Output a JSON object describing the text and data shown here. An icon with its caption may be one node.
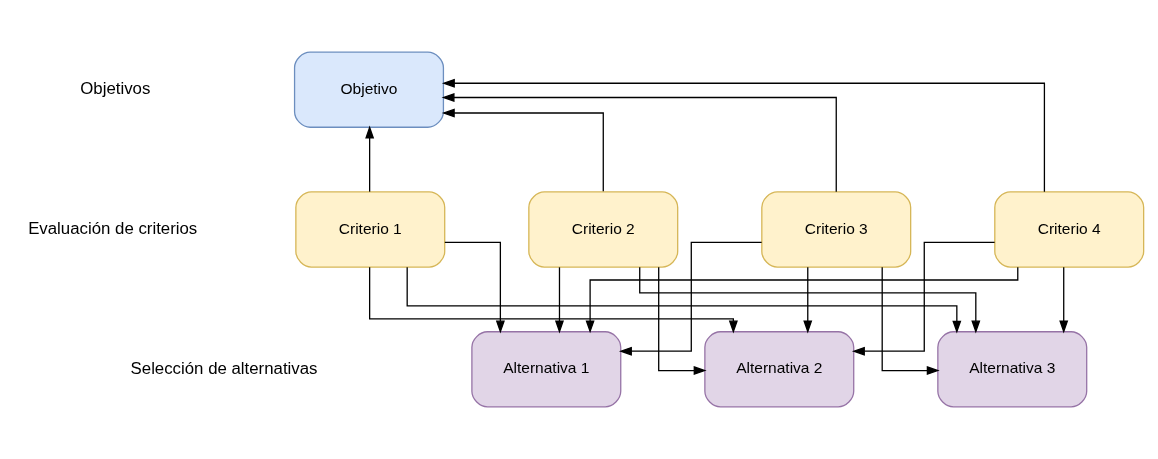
{
  "diagram": {
    "nodes": [
      {
        "text": [
          "Objetivo"
        ]
      },
      {
        "text": [
          "Criterio 1"
        ]
      },
      {
        "text": [
          "Criterio 2"
        ]
      },
      {
        "text": [
          "Criterio 3"
        ]
      },
      {
        "text": [
          "Criterio 4"
        ]
      },
      {
        "text": [
          "Alternativa 1"
        ]
      },
      {
        "text": [
          "Alternativa 2"
        ]
      },
      {
        "text": [
          "Alternativa 3"
        ]
      }
    ],
    "edges": [
      {
        "from": 1,
        "to": 0,
        "arrow": "to"
      },
      {
        "from": 2,
        "to": 0,
        "arrow": "to"
      },
      {
        "from": 3,
        "to": 0,
        "arrow": "to"
      },
      {
        "from": 4,
        "to": 0,
        "arrow": "to"
      },
      {
        "from": 1,
        "to": 5,
        "arrow": "to"
      },
      {
        "from": 1,
        "to": 6,
        "arrow": "to"
      },
      {
        "from": 1,
        "to": 7,
        "arrow": "to"
      },
      {
        "from": 2,
        "to": 5,
        "arrow": "to"
      },
      {
        "from": 2,
        "to": 6,
        "arrow": "to"
      },
      {
        "from": 2,
        "to": 7,
        "arrow": "to"
      },
      {
        "from": 3,
        "to": 5,
        "arrow": "to"
      },
      {
        "from": 3,
        "to": 6,
        "arrow": "to"
      },
      {
        "from": 3,
        "to": 7,
        "arrow": "to"
      },
      {
        "from": 4,
        "to": 5,
        "arrow": "to"
      },
      {
        "from": 4,
        "to": 6,
        "arrow": "to"
      },
      {
        "from": 4,
        "to": 7,
        "arrow": "to"
      }
    ],
    "labels": [
      "Objetivos",
      "Evaluación de criterios",
      "Selección de alternativas"
    ]
  }
}
